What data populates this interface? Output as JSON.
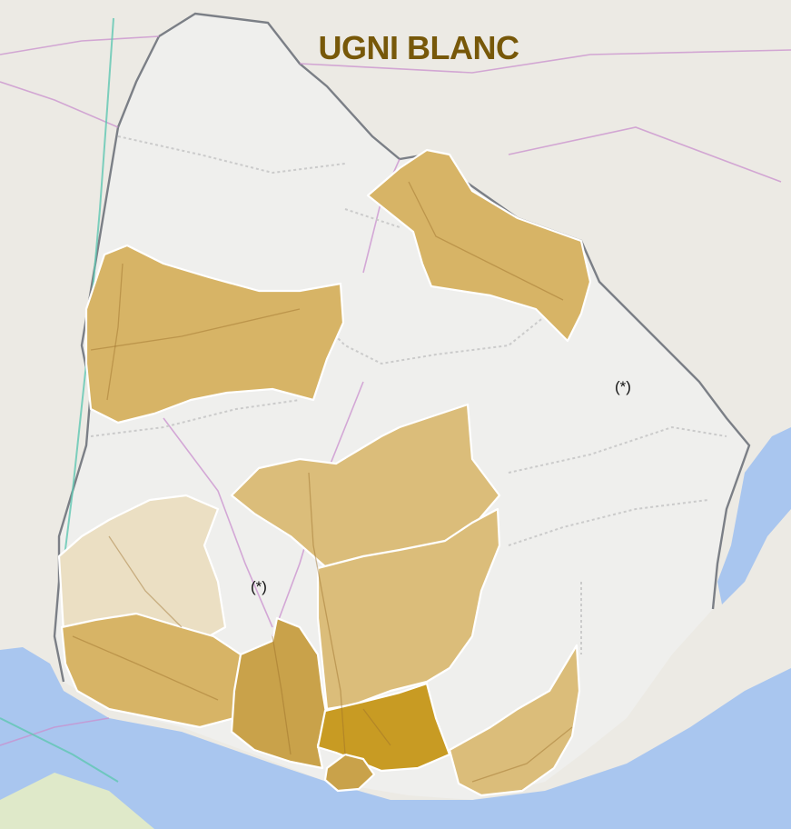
{
  "map": {
    "title": "UGNI BLANC",
    "notes": [
      {
        "id": "east",
        "label": "(*)"
      },
      {
        "id": "west",
        "label": "(*)"
      }
    ],
    "colors": {
      "title": "#775809",
      "land": "#efefed",
      "water": "#a9c6ef",
      "land_neighbor": "#eceae4",
      "grass": "#dfe9c9",
      "border": "#7b7f86",
      "road": "#c98fce",
      "highway": "#5fc7b1",
      "shade_very_light": "#ebdfc3",
      "shade_light": "#dbbd7a",
      "shade_medium": "#d7b466",
      "shade_dark": "#c9a24a",
      "shade_darkest": "#c89b23"
    },
    "shaded_regions": [
      {
        "id": "north-east",
        "shade": "shade_medium"
      },
      {
        "id": "north-west",
        "shade": "shade_medium"
      },
      {
        "id": "center",
        "shade": "shade_light"
      },
      {
        "id": "center-south",
        "shade": "shade_light"
      },
      {
        "id": "south-west-light",
        "shade": "shade_very_light"
      },
      {
        "id": "south-west-coast",
        "shade": "shade_medium"
      },
      {
        "id": "south-central",
        "shade": "shade_dark"
      },
      {
        "id": "capital-region",
        "shade": "shade_darkest"
      },
      {
        "id": "capital-city",
        "shade": "shade_dark"
      },
      {
        "id": "south-east",
        "shade": "shade_light"
      }
    ]
  }
}
